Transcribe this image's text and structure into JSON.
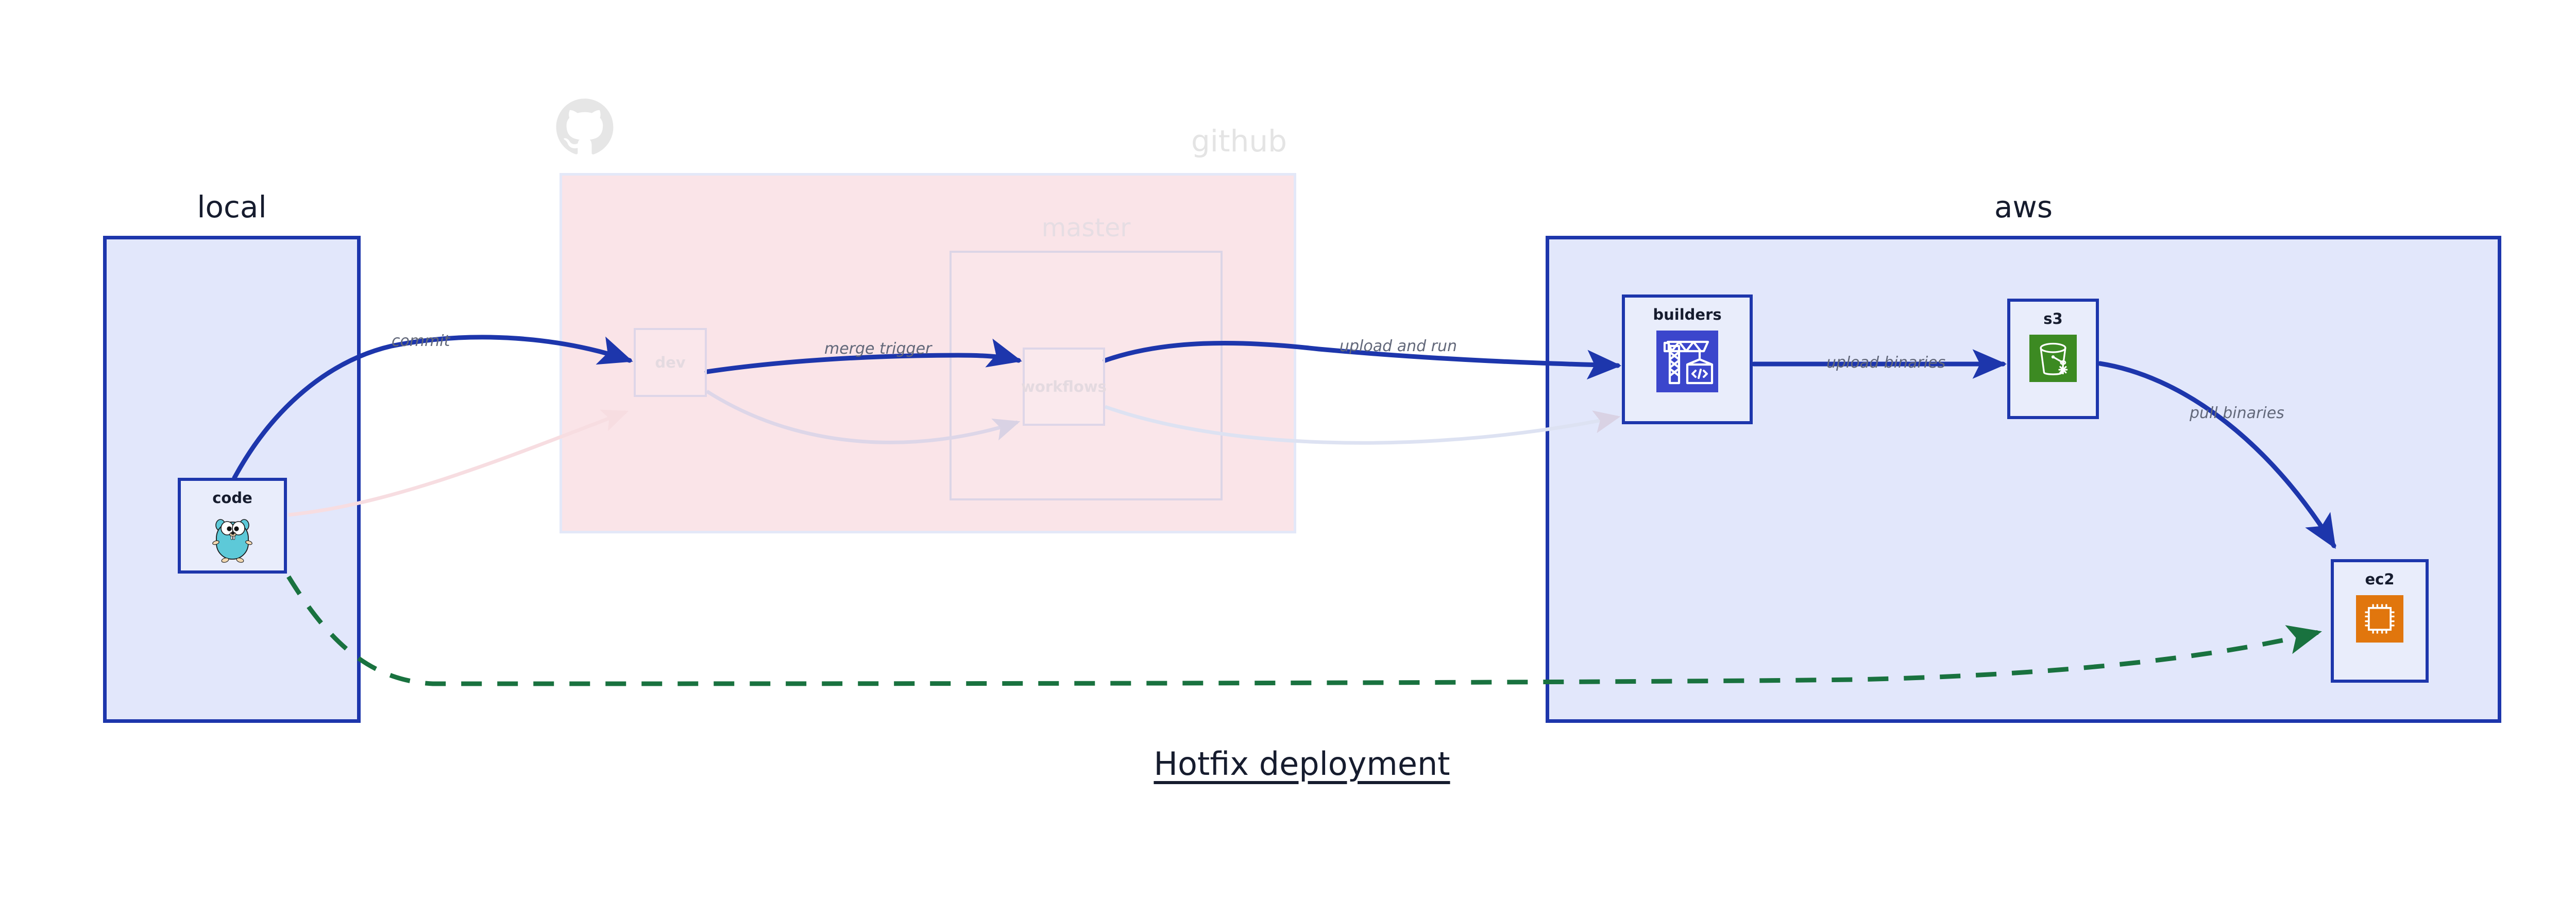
{
  "diagram": {
    "title": "Hotfix deployment",
    "background": "#ffffff"
  },
  "containers": [
    {
      "id": "local",
      "label": "local",
      "fill": "#e2e7fb",
      "stroke": "#1d36ac"
    },
    {
      "id": "github",
      "label": "github",
      "fill": "#fae4e8",
      "stroke": "#e3e8f8"
    },
    {
      "id": "master",
      "label": "master",
      "fill": "transparent",
      "stroke": "#dcd5e6"
    },
    {
      "id": "aws",
      "label": "aws",
      "fill": "#e2e7fb",
      "stroke": "#1d36ac"
    }
  ],
  "nodes": [
    {
      "id": "code",
      "label": "code",
      "icon": "go-gopher-icon",
      "parent": "local"
    },
    {
      "id": "dev",
      "label": "dev",
      "icon": "none",
      "parent": "github"
    },
    {
      "id": "workflows",
      "label": "workflows",
      "icon": "none",
      "parent": "master"
    },
    {
      "id": "builders",
      "label": "builders",
      "icon": "crane-code-icon",
      "parent": "aws"
    },
    {
      "id": "s3",
      "label": "s3",
      "icon": "s3-bucket-icon",
      "parent": "aws"
    },
    {
      "id": "ec2",
      "label": "ec2",
      "icon": "cpu-chip-icon",
      "parent": "aws"
    }
  ],
  "edges": [
    {
      "id": "commit",
      "label": "commit",
      "from": "code",
      "to": "dev",
      "color": "#1d36ac",
      "style": "solid"
    },
    {
      "id": "merge-trigger",
      "label": "merge trigger",
      "from": "dev",
      "to": "workflows",
      "color": "#1d36ac",
      "style": "solid"
    },
    {
      "id": "upload-and-run",
      "label": "upload and run",
      "from": "workflows",
      "to": "builders",
      "color": "#1d36ac",
      "style": "solid"
    },
    {
      "id": "upload-binaries",
      "label": "upload binaries",
      "from": "builders",
      "to": "s3",
      "color": "#1d36ac",
      "style": "solid"
    },
    {
      "id": "pull-binaries",
      "label": "pull binaries",
      "from": "s3",
      "to": "ec2",
      "color": "#1d36ac",
      "style": "solid"
    },
    {
      "id": "direct-deploy",
      "label": "",
      "from": "code",
      "to": "ec2",
      "color": "#19723f",
      "style": "dashed"
    }
  ],
  "colors": {
    "primary_blue": "#1d36ac",
    "container_blue_fill": "#e2e7fb",
    "node_fill": "#e9edfb",
    "github_pink_fill": "#fae4e8",
    "green_dashed": "#19723f",
    "label_gray": "#62687a",
    "faded_gray": "#e4e4e4",
    "aws_orange": "#e1760d",
    "s3_green": "#3c8a22",
    "builders_blue": "#3b46cc",
    "gopher_cyan": "#5dc9d8",
    "title_navy": "#161c2e"
  }
}
